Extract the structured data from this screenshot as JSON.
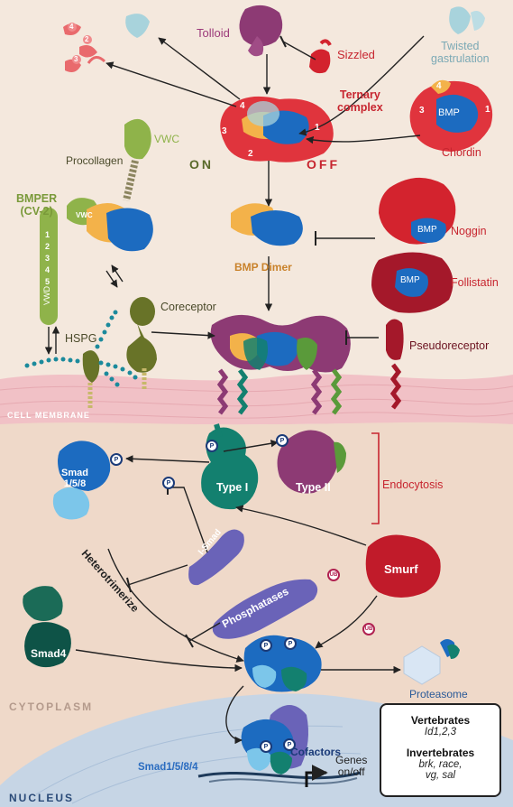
{
  "labels": {
    "tolloid": "Tolloid",
    "sizzled": "Sizzled",
    "twisted_gastrulation": "Twisted\ngastrulation",
    "ternary_complex": "Ternary\ncomplex",
    "chordin": "Chordin",
    "on": "ON",
    "off": "OFF",
    "procollagen": "Procollagen",
    "vwc": "VWC",
    "bmper": "BMPER\n(CV-2)",
    "bmp_dimer": "BMP Dimer",
    "noggin": "Noggin",
    "follistatin": "Follistatin",
    "coreceptor": "Coreceptor",
    "hspg": "HSPG",
    "pseudoreceptor": "Pseudoreceptor",
    "cell_membrane": "CELL MEMBRANE",
    "smad158": "Smad\n1/5/8",
    "type1": "Type I",
    "type2": "Type II",
    "endocytosis": "Endocytosis",
    "i_smad": "I-Smad",
    "heterotrimerize": "Heterotrimerize",
    "phosphatases": "Phosphatases",
    "smurf": "Smurf",
    "smad4": "Smad4",
    "proteasome": "Proteasome",
    "cytoplasm": "CYTOPLASM",
    "cofactors": "Cofactors",
    "smad1584": "Smad1/5/8/4",
    "genes": "Genes\non/off",
    "nucleus": "NUCLEUS",
    "bmp": "BMP",
    "p": "P",
    "ub": "UB",
    "vwd": "VWD",
    "vwc_small": "VWC",
    "num1": "1",
    "num2": "2",
    "num3": "3",
    "num4": "4",
    "num5": "5"
  },
  "legend": {
    "vertebrates_title": "Vertebrates",
    "vertebrates_genes": "Id1,2,3",
    "invertebrates_title": "Invertebrates",
    "invertebrates_genes_1": "brk, race,",
    "invertebrates_genes_2": "vg, sal"
  },
  "colors": {
    "background": "#f3e7dc",
    "membrane": "#f1c2c7",
    "cytoplasm": "#f0dacb",
    "nucleus": "#c5d4e4",
    "bmp_blue": "#1c6bc0",
    "bmp_orange": "#f3b24a",
    "chordin_red": "#e0343d",
    "purple": "#8d3a74",
    "teal": "#13806f",
    "green": "#8fb34a",
    "olive": "#687328",
    "lavender": "#6a63b8",
    "smurf_red": "#c11b2a"
  },
  "icons": [
    "arrow",
    "inhibition-bar",
    "phosphate-circle",
    "ubiquitin-circle",
    "gene-promoter-arrow"
  ]
}
